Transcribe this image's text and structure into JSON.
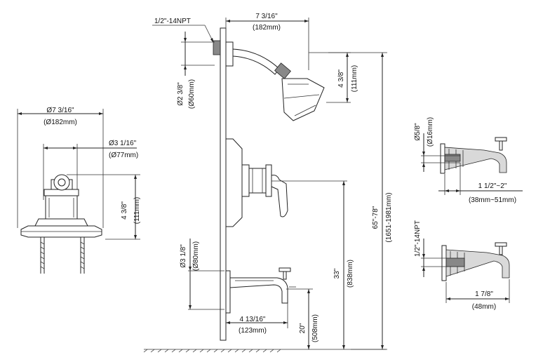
{
  "labels": {
    "top_plate_width": "Ø7 3/16\"",
    "top_plate_width_mm": "(Ø182mm)",
    "top_escutcheon": "Ø3 1/16\"",
    "top_escutcheon_mm": "(Ø77mm)",
    "top_height": "4 3/8\"",
    "top_height_mm": "(111mm)",
    "npt_top": "1/2\"-14NPT",
    "arm_reach": "7 3/16\"",
    "arm_reach_mm": "(182mm)",
    "flange_dia": "Ø2 3/8\"",
    "flange_dia_mm": "(Ø60mm)",
    "head_height": "4 3/8\"",
    "head_height_mm": "(111mm)",
    "valve_height": "33\"",
    "valve_height_mm": "(838mm)",
    "total_height": "65\"-78\"",
    "total_height_mm": "(1651-1981mm)",
    "spout_flange": "Ø3 1/8\"",
    "spout_flange_mm": "(Ø80mm)",
    "spout_reach": "4 13/16\"",
    "spout_reach_mm": "(123mm)",
    "spout_height": "20\"",
    "spout_height_mm": "(508mm)",
    "right_pipe": "Ø5/8\"",
    "right_pipe_mm": "(Ø16mm)",
    "right_range": "1 1/2\"~2\"",
    "right_range_mm": "(38mm~51mm)",
    "right_npt": "1/2\"-14NPT",
    "right_reach": "1 7/8\"",
    "right_reach_mm": "(48mm)"
  }
}
